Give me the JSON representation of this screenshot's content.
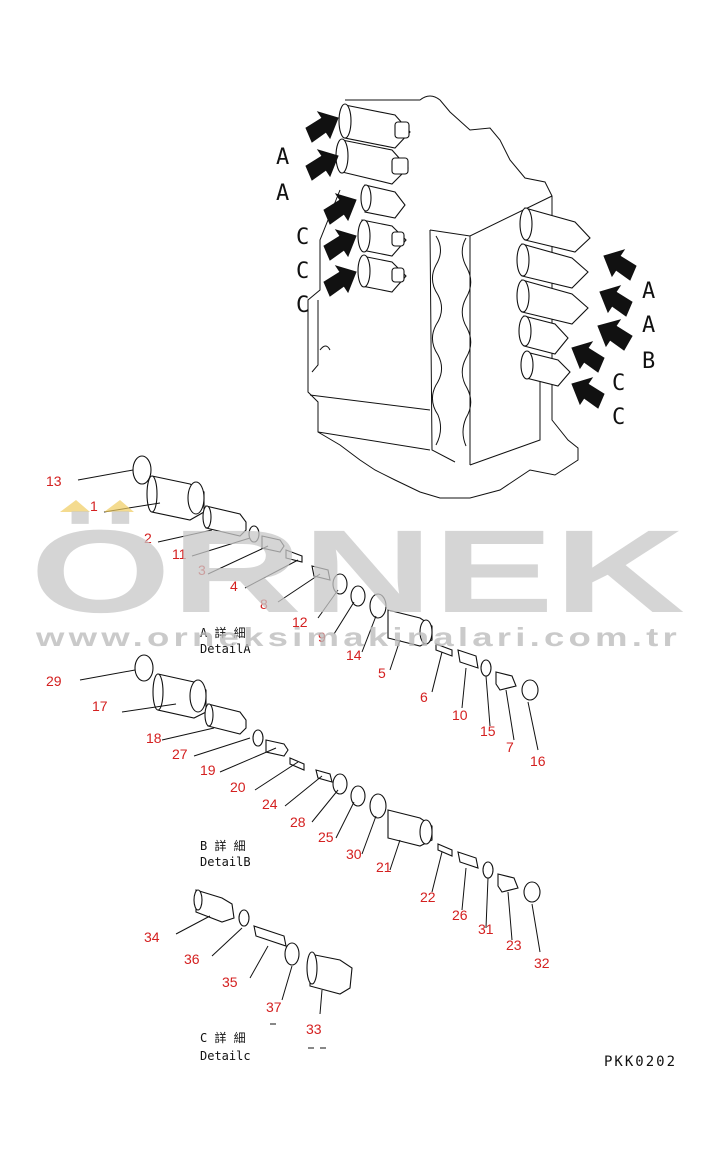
{
  "diagram": {
    "valve_letters_left": [
      "A",
      "A",
      "C",
      "C",
      "C"
    ],
    "valve_letters_right": [
      "A",
      "A",
      "B",
      "C",
      "C"
    ],
    "details": [
      {
        "id": "A",
        "title_jp": "A 詳 細",
        "title_en": "DetailA"
      },
      {
        "id": "B",
        "title_jp": "B 詳 細",
        "title_en": "DetailB"
      },
      {
        "id": "C",
        "title_jp": "C 詳 細",
        "title_en": "Detailc"
      }
    ],
    "part_numbers": [
      "13",
      "1",
      "2",
      "11",
      "3",
      "4",
      "8",
      "12",
      "9",
      "14",
      "5",
      "6",
      "10",
      "15",
      "7",
      "16",
      "29",
      "17",
      "18",
      "27",
      "19",
      "20",
      "24",
      "28",
      "25",
      "30",
      "21",
      "22",
      "26",
      "31",
      "23",
      "32",
      "34",
      "36",
      "35",
      "37",
      "33"
    ],
    "drawing_code": "PKK0202"
  },
  "watermark": {
    "brand": "ÖRNEK",
    "url": "www.orneksimakinalari.com.tr"
  },
  "colors": {
    "label_red": "#d42020",
    "line": "#111111",
    "watermark_gray": "#c8c8c8"
  }
}
